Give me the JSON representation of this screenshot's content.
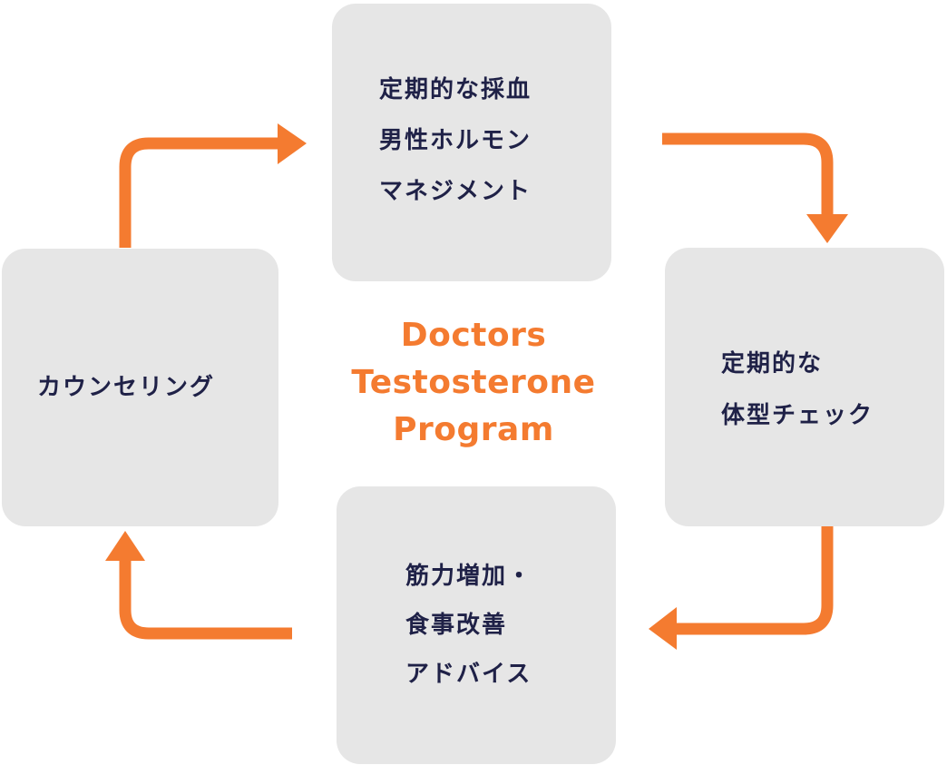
{
  "colors": {
    "box_fill": "#e6e6e6",
    "box_text": "#1f2147",
    "accent": "#f47b30"
  },
  "center_title": {
    "lines": [
      "Doctors",
      "Testosterone",
      "Program"
    ]
  },
  "steps": {
    "top": {
      "lines": [
        "定期的な採血",
        "男性ホルモン",
        "マネジメント"
      ]
    },
    "right": {
      "lines": [
        "定期的な",
        "体型チェック"
      ]
    },
    "bottom": {
      "lines": [
        "筋力増加・",
        "食事改善",
        "アドバイス"
      ]
    },
    "left": {
      "lines": [
        "カウンセリング"
      ]
    }
  }
}
